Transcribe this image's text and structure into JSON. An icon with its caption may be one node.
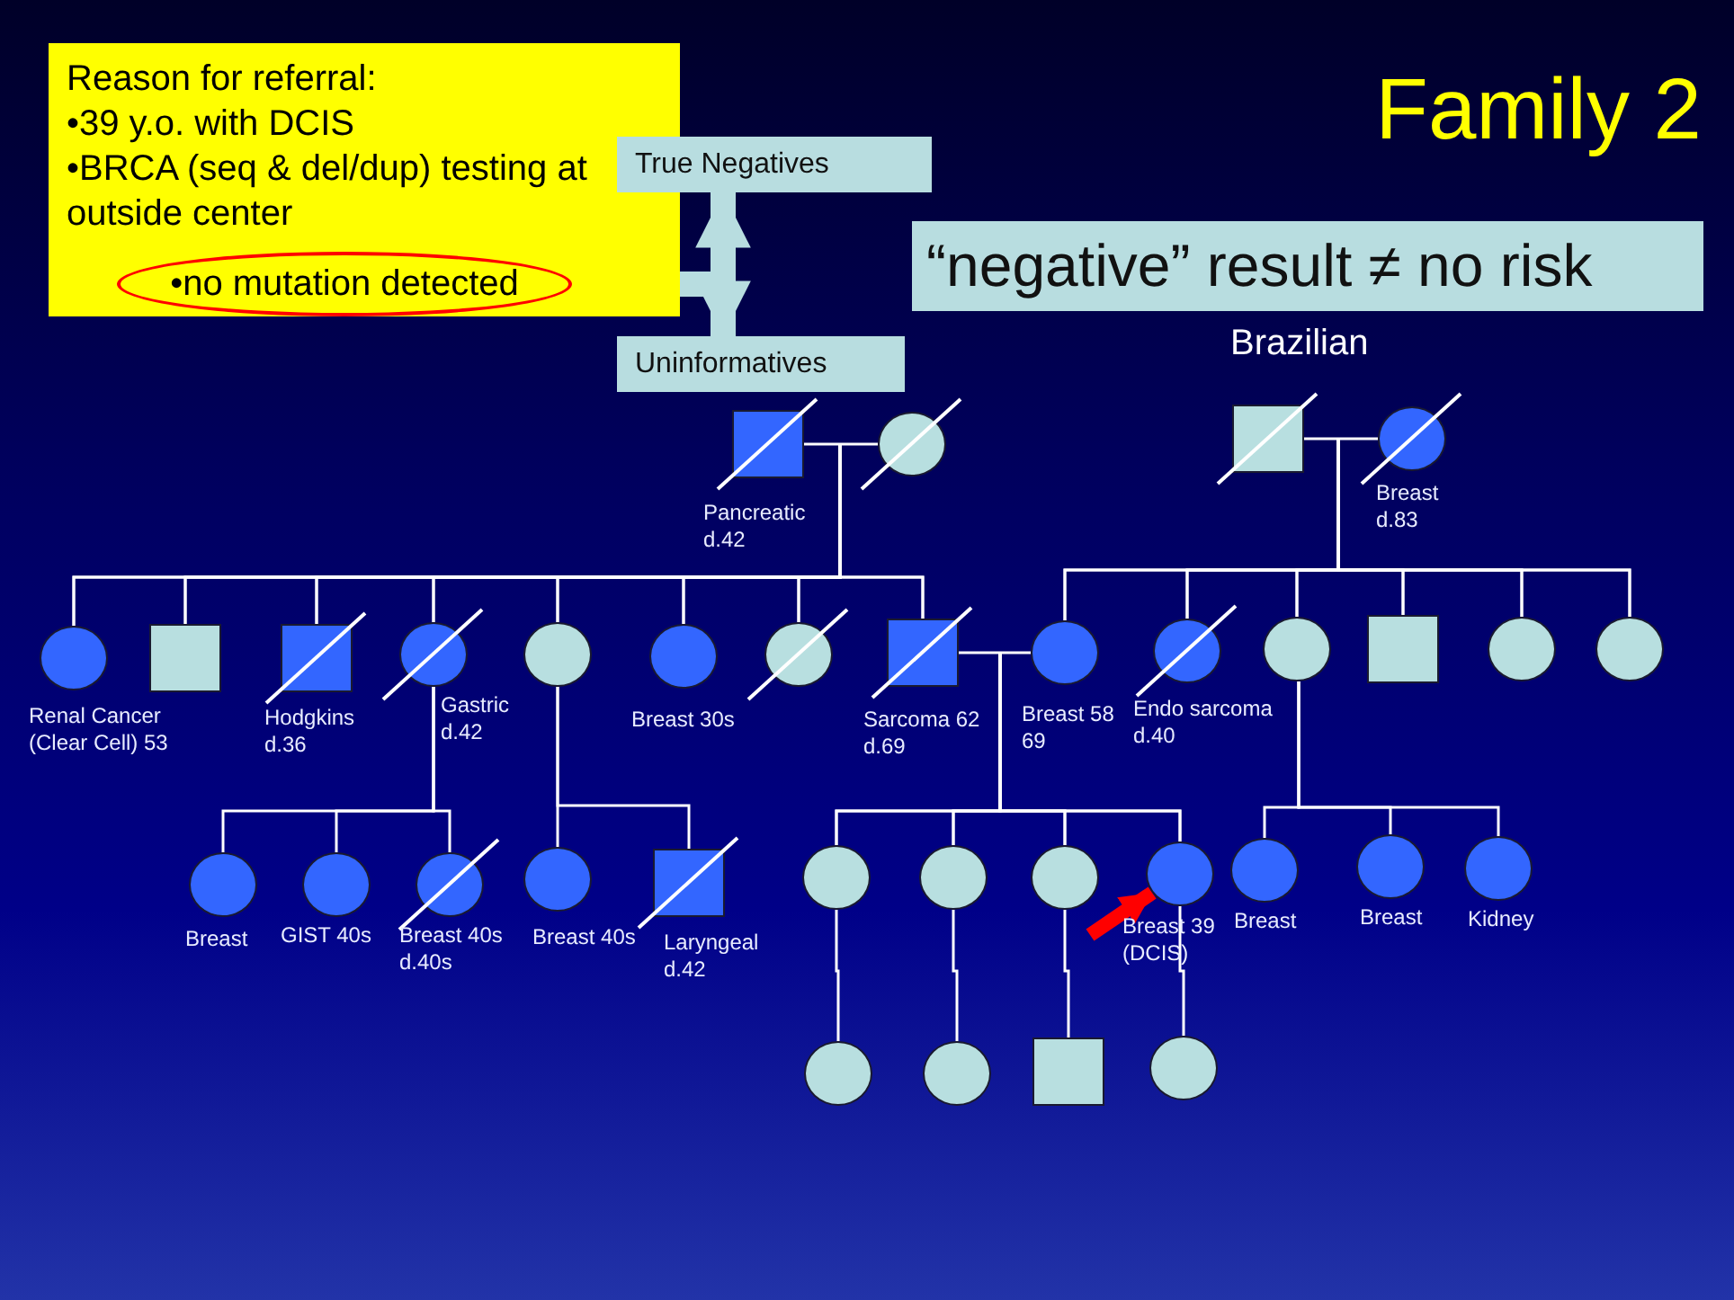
{
  "diagram": {
    "title": "Family 2",
    "nodes": [
      {
        "text": [
          "Reason for referral:",
          "•39 y.o. with DCIS",
          "•BRCA (seq & del/dup) testing at outside center"
        ]
      },
      {
        "text": [
          "•no mutation detected"
        ],
        "in": 0
      },
      {
        "text": [
          "True Negatives"
        ]
      },
      {
        "text": [
          "Uninformatives"
        ]
      },
      {
        "text": [
          "“negative” result ≠ no risk"
        ]
      },
      {
        "text": [],
        "shape": "box",
        "beside": [
          "Pancreatic d.42"
        ]
      },
      {
        "text": [],
        "shape": "circle"
      },
      {
        "text": [],
        "shape": "box"
      },
      {
        "text": [],
        "shape": "circle",
        "beside": [
          "Breast d.83"
        ]
      },
      {
        "text": [],
        "shape": "circle",
        "beside": [
          "Renal Cancer (Clear Cell) 53"
        ]
      },
      {
        "text": [],
        "shape": "box"
      },
      {
        "text": [],
        "shape": "box",
        "beside": [
          "Hodgkins d.36"
        ]
      },
      {
        "text": [],
        "shape": "circle",
        "beside": [
          "Gastric d.42"
        ]
      },
      {
        "text": [],
        "shape": "circle"
      },
      {
        "text": [],
        "shape": "circle",
        "beside": [
          "Breast 30s"
        ]
      },
      {
        "text": [],
        "shape": "circle"
      },
      {
        "text": [],
        "shape": "box",
        "beside": [
          "Sarcoma 62 d.69"
        ]
      },
      {
        "text": [],
        "shape": "circle",
        "beside": [
          "Breast 58 69"
        ]
      },
      {
        "text": [],
        "shape": "circle",
        "beside": [
          "Endo sarcoma d.40"
        ]
      },
      {
        "text": [],
        "shape": "circle"
      },
      {
        "text": [],
        "shape": "box"
      },
      {
        "text": [],
        "shape": "circle"
      },
      {
        "text": [],
        "shape": "circle"
      },
      {
        "text": [],
        "shape": "circle",
        "beside": [
          "Breast"
        ]
      },
      {
        "text": [],
        "shape": "circle",
        "beside": [
          "GIST 40s"
        ]
      },
      {
        "text": [],
        "shape": "circle",
        "beside": [
          "Breast 40s d.40s"
        ]
      },
      {
        "text": [],
        "shape": "circle",
        "beside": [
          "Breast 40s"
        ]
      },
      {
        "text": [],
        "shape": "box",
        "beside": [
          "Laryngeal d.42"
        ]
      },
      {
        "text": [],
        "shape": "circle"
      },
      {
        "text": [],
        "shape": "circle"
      },
      {
        "text": [],
        "shape": "circle"
      },
      {
        "text": [],
        "shape": "circle",
        "beside": [
          "Breast 39 (DCIS)"
        ]
      },
      {
        "text": [],
        "shape": "circle",
        "beside": [
          "Breast"
        ]
      },
      {
        "text": [],
        "shape": "circle",
        "beside": [
          "Breast"
        ]
      },
      {
        "text": [],
        "shape": "circle",
        "beside": [
          "Kidney"
        ]
      },
      {
        "text": [],
        "shape": "circle"
      },
      {
        "text": [],
        "shape": "circle"
      },
      {
        "text": [],
        "shape": "box"
      },
      {
        "text": [],
        "shape": "circle"
      }
    ],
    "edges": [
      {
        "from": 1,
        "to": 2,
        "arrow": "to",
        "style": "thick",
        "color": "#b8dde0"
      },
      {
        "from": 1,
        "to": 3,
        "arrow": "to",
        "style": "thick",
        "color": "#b8dde0"
      },
      {
        "from": 5,
        "to": 6,
        "arrow": "none"
      },
      {
        "from": 7,
        "to": 8,
        "arrow": "none"
      },
      {
        "from": 16,
        "to": 17,
        "arrow": "none"
      },
      {
        "from": 5,
        "to": 9,
        "arrow": "none"
      },
      {
        "from": 6,
        "to": 9,
        "arrow": "none"
      },
      {
        "from": 5,
        "to": 10,
        "arrow": "none"
      },
      {
        "from": 6,
        "to": 10,
        "arrow": "none"
      },
      {
        "from": 5,
        "to": 11,
        "arrow": "none"
      },
      {
        "from": 6,
        "to": 11,
        "arrow": "none"
      },
      {
        "from": 5,
        "to": 12,
        "arrow": "none"
      },
      {
        "from": 6,
        "to": 12,
        "arrow": "none"
      },
      {
        "from": 5,
        "to": 13,
        "arrow": "none"
      },
      {
        "from": 6,
        "to": 13,
        "arrow": "none"
      },
      {
        "from": 5,
        "to": 14,
        "arrow": "none"
      },
      {
        "from": 6,
        "to": 14,
        "arrow": "none"
      },
      {
        "from": 5,
        "to": 15,
        "arrow": "none"
      },
      {
        "from": 6,
        "to": 15,
        "arrow": "none"
      },
      {
        "from": 5,
        "to": 16,
        "arrow": "none"
      },
      {
        "from": 6,
        "to": 16,
        "arrow": "none"
      },
      {
        "from": 7,
        "to": 17,
        "arrow": "none"
      },
      {
        "from": 8,
        "to": 17,
        "arrow": "none"
      },
      {
        "from": 7,
        "to": 18,
        "arrow": "none"
      },
      {
        "from": 8,
        "to": 18,
        "arrow": "none"
      },
      {
        "from": 7,
        "to": 19,
        "arrow": "none"
      },
      {
        "from": 8,
        "to": 19,
        "arrow": "none"
      },
      {
        "from": 7,
        "to": 20,
        "arrow": "none"
      },
      {
        "from": 8,
        "to": 20,
        "arrow": "none"
      },
      {
        "from": 7,
        "to": 21,
        "arrow": "none"
      },
      {
        "from": 8,
        "to": 21,
        "arrow": "none"
      },
      {
        "from": 7,
        "to": 22,
        "arrow": "none"
      },
      {
        "from": 8,
        "to": 22,
        "arrow": "none"
      },
      {
        "from": 12,
        "to": 23,
        "arrow": "none"
      },
      {
        "from": 12,
        "to": 24,
        "arrow": "none"
      },
      {
        "from": 12,
        "to": 25,
        "arrow": "none"
      },
      {
        "from": 13,
        "to": 26,
        "arrow": "none"
      },
      {
        "from": 13,
        "to": 27,
        "arrow": "none"
      },
      {
        "from": 16,
        "to": 28,
        "arrow": "none"
      },
      {
        "from": 17,
        "to": 28,
        "arrow": "none"
      },
      {
        "from": 16,
        "to": 29,
        "arrow": "none"
      },
      {
        "from": 17,
        "to": 29,
        "arrow": "none"
      },
      {
        "from": 16,
        "to": 30,
        "arrow": "none"
      },
      {
        "from": 17,
        "to": 30,
        "arrow": "none"
      },
      {
        "from": 16,
        "to": 31,
        "arrow": "none"
      },
      {
        "from": 17,
        "to": 31,
        "arrow": "none"
      },
      {
        "from": 19,
        "to": 32,
        "arrow": "none"
      },
      {
        "from": 19,
        "to": 33,
        "arrow": "none"
      },
      {
        "from": 19,
        "to": 34,
        "arrow": "none"
      },
      {
        "from": 28,
        "to": 35,
        "arrow": "none"
      },
      {
        "from": 29,
        "to": 36,
        "arrow": "none"
      },
      {
        "from": 30,
        "to": 37,
        "arrow": "none"
      },
      {
        "from": 31,
        "to": 38,
        "arrow": "none"
      },
      {
        "from": null,
        "to": 31,
        "arrow": "to",
        "style": "thick",
        "color": "#ff0000"
      }
    ],
    "labels": [
      "Brazilian"
    ]
  }
}
